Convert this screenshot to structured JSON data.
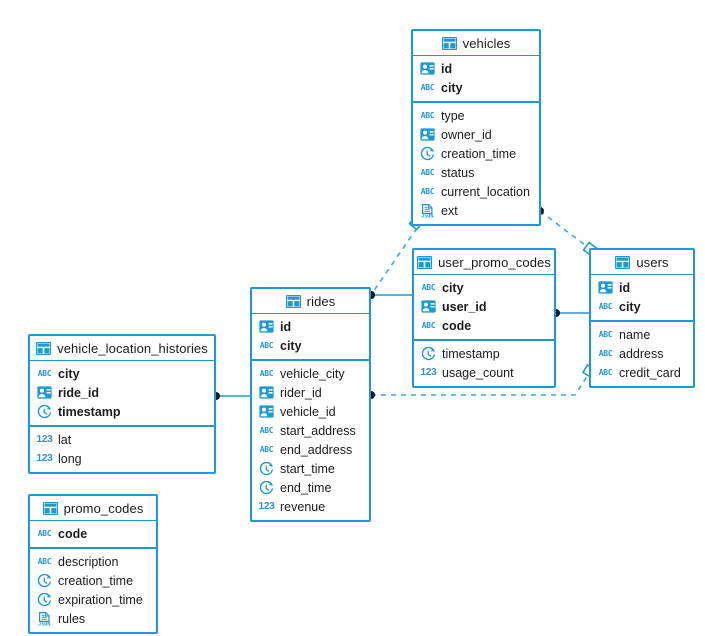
{
  "diagram": {
    "kind": "entity-relationship-diagram",
    "accent_color": "#1b9ad6",
    "edge_color": "#3aa9e0",
    "text_color": "#1c1c1c",
    "background": "#ffffff"
  },
  "entities": [
    {
      "id": "vehicles",
      "name": "vehicles",
      "keys": [
        {
          "label": "id",
          "type": "uuid"
        },
        {
          "label": "city",
          "type": "string"
        }
      ],
      "attributes": [
        {
          "label": "type",
          "type": "string"
        },
        {
          "label": "owner_id",
          "type": "uuid"
        },
        {
          "label": "creation_time",
          "type": "timestamp"
        },
        {
          "label": "status",
          "type": "string"
        },
        {
          "label": "current_location",
          "type": "string"
        },
        {
          "label": "ext",
          "type": "json"
        }
      ]
    },
    {
      "id": "user_promo_codes",
      "name": "user_promo_codes",
      "keys": [
        {
          "label": "city",
          "type": "string"
        },
        {
          "label": "user_id",
          "type": "uuid"
        },
        {
          "label": "code",
          "type": "string"
        }
      ],
      "attributes": [
        {
          "label": "timestamp",
          "type": "timestamp"
        },
        {
          "label": "usage_count",
          "type": "number"
        }
      ]
    },
    {
      "id": "users",
      "name": "users",
      "keys": [
        {
          "label": "id",
          "type": "uuid"
        },
        {
          "label": "city",
          "type": "string"
        }
      ],
      "attributes": [
        {
          "label": "name",
          "type": "string"
        },
        {
          "label": "address",
          "type": "string"
        },
        {
          "label": "credit_card",
          "type": "string"
        }
      ]
    },
    {
      "id": "rides",
      "name": "rides",
      "keys": [
        {
          "label": "id",
          "type": "uuid"
        },
        {
          "label": "city",
          "type": "string"
        }
      ],
      "attributes": [
        {
          "label": "vehicle_city",
          "type": "string"
        },
        {
          "label": "rider_id",
          "type": "uuid"
        },
        {
          "label": "vehicle_id",
          "type": "uuid"
        },
        {
          "label": "start_address",
          "type": "string"
        },
        {
          "label": "end_address",
          "type": "string"
        },
        {
          "label": "start_time",
          "type": "timestamp"
        },
        {
          "label": "end_time",
          "type": "timestamp"
        },
        {
          "label": "revenue",
          "type": "number"
        }
      ]
    },
    {
      "id": "vehicle_location_histories",
      "name": "vehicle_location_histories",
      "keys": [
        {
          "label": "city",
          "type": "string"
        },
        {
          "label": "ride_id",
          "type": "uuid"
        },
        {
          "label": "timestamp",
          "type": "timestamp"
        }
      ],
      "attributes": [
        {
          "label": "lat",
          "type": "number"
        },
        {
          "label": "long",
          "type": "number"
        }
      ]
    },
    {
      "id": "promo_codes",
      "name": "promo_codes",
      "keys": [
        {
          "label": "code",
          "type": "string"
        }
      ],
      "attributes": [
        {
          "label": "description",
          "type": "string"
        },
        {
          "label": "creation_time",
          "type": "timestamp"
        },
        {
          "label": "expiration_time",
          "type": "timestamp"
        },
        {
          "label": "rules",
          "type": "json"
        }
      ]
    }
  ],
  "relationships": [
    {
      "from": "vehicles",
      "to": "user_promo_codes",
      "style": "dashed"
    },
    {
      "from": "vehicles",
      "to": "users",
      "style": "dashed"
    },
    {
      "from": "user_promo_codes",
      "to": "users",
      "style": "solid"
    },
    {
      "from": "rides",
      "to": "user_promo_codes",
      "style": "solid"
    },
    {
      "from": "rides",
      "to": "users",
      "style": "dashed"
    },
    {
      "from": "vehicle_location_histories",
      "to": "rides",
      "style": "solid"
    }
  ],
  "icons": {
    "table": "table-icon",
    "uuid": "id-badge-icon",
    "string": "abc-icon",
    "timestamp": "clock-icon",
    "number": "123-icon",
    "json": "json-icon"
  },
  "icon_text": {
    "string": "ABC",
    "number": "123",
    "json": "JSON"
  }
}
